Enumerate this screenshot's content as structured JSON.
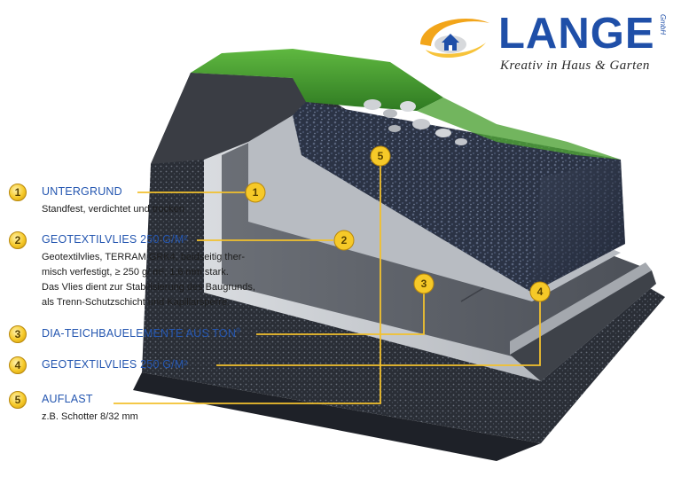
{
  "logo": {
    "brand": "LANGE",
    "suffix": "GmbH",
    "tagline": "Kreativ in Haus & Garten"
  },
  "legend": [
    {
      "number": "1",
      "title": "UNTERGRUND",
      "desc": [
        "Standfest, verdichtet und trocken"
      ]
    },
    {
      "number": "2",
      "title": "GEOTEXTILVLIES 250 G/M²",
      "desc": [
        "Geotextilvlies, TERRAM GRK4, beidseitig ther-",
        "misch verfestigt, ≥ 250 g/ m², 1,6 mm stark.",
        "Das Vlies dient zur Stabilisierung des Baugrunds,",
        "als Trenn-Schutzschicht und Kapillarsperre."
      ]
    },
    {
      "number": "3",
      "title": "DIA-TEICHBAUELEMENTE AUS TON",
      "title_sup": "®",
      "desc": []
    },
    {
      "number": "4",
      "title": "GEOTEXTILVLIES 250 G/M²",
      "desc": []
    },
    {
      "number": "5",
      "title": "AUFLAST",
      "desc": [
        "z.B. Schotter 8/32 mm"
      ]
    }
  ],
  "markers": [
    "1",
    "2",
    "3",
    "4",
    "5"
  ],
  "colors": {
    "accent_blue": "#2456b0",
    "badge_gold": "#f6c928",
    "leader_line": "#f2c12e",
    "grass": "#3f9a2f",
    "gravel": "#2b3345",
    "clay": "#5a5e66",
    "fleece": "#c9ccd1"
  }
}
